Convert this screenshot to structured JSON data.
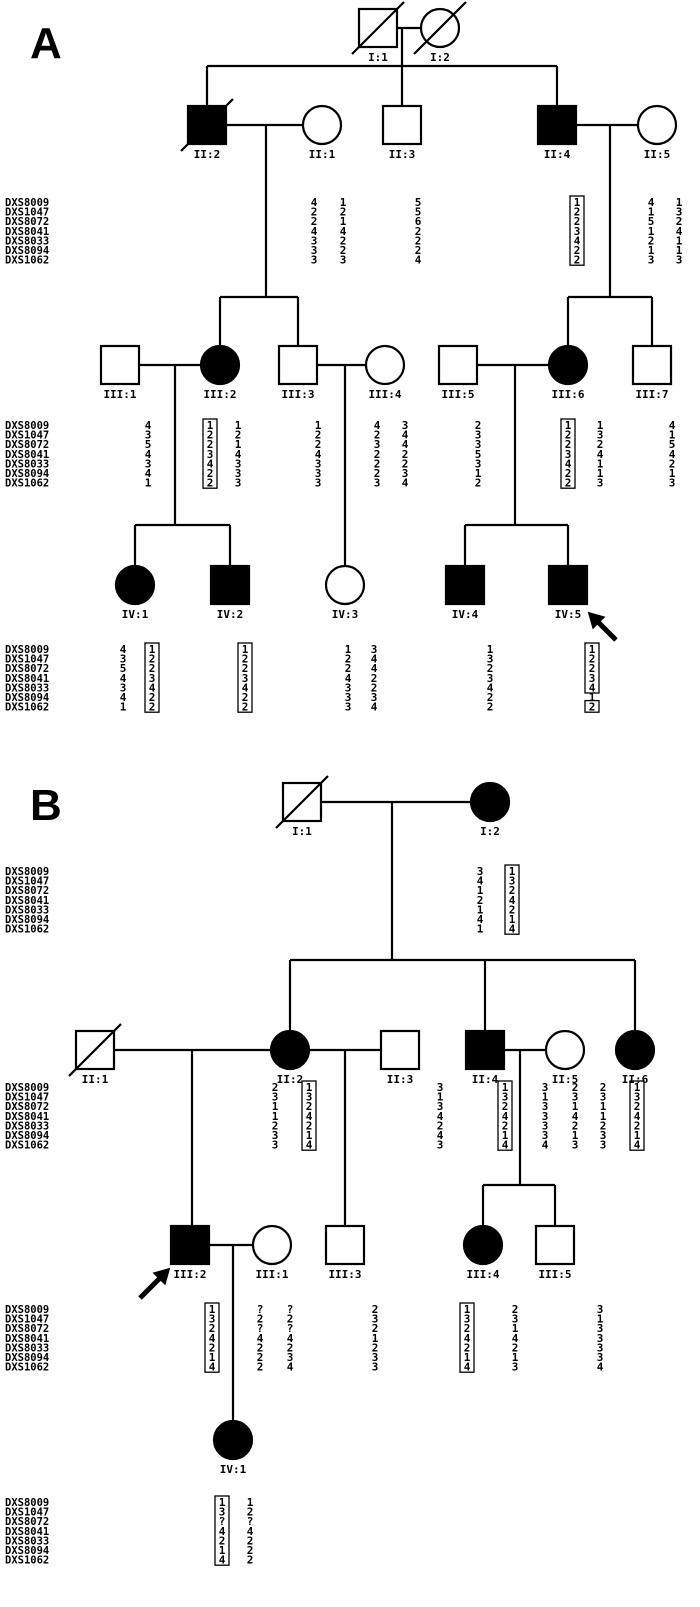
{
  "markers": [
    "DXS8009",
    "DXS1047",
    "DXS8072",
    "DXS8041",
    "DXS8033",
    "DXS8094",
    "DXS1062"
  ],
  "colors": {
    "affected": "#000000",
    "unaffected": "#ffffff",
    "line": "#000000"
  },
  "panels": [
    {
      "letter": "A",
      "proband": "IV:5",
      "individuals": [
        {
          "id": "I:1",
          "sex": "male",
          "affected": false,
          "deceased": true
        },
        {
          "id": "I:2",
          "sex": "female",
          "affected": false,
          "deceased": true
        },
        {
          "id": "II:2",
          "sex": "male",
          "affected": true,
          "deceased": true
        },
        {
          "id": "II:1",
          "sex": "female",
          "affected": false,
          "deceased": false,
          "haplotypes": [
            [
              "4",
              "2",
              "2",
              "4",
              "3",
              "3",
              "3"
            ],
            [
              "1",
              "2",
              "1",
              "4",
              "2",
              "2",
              "3"
            ]
          ]
        },
        {
          "id": "II:3",
          "sex": "male",
          "affected": false,
          "deceased": false,
          "haplotypes": [
            [
              "5",
              "5",
              "6",
              "2",
              "2",
              "2",
              "4"
            ]
          ]
        },
        {
          "id": "II:4",
          "sex": "male",
          "affected": true,
          "deceased": false,
          "haplotypes": [
            [
              "1",
              "2",
              "2",
              "3",
              "4",
              "2",
              "2"
            ]
          ],
          "boxed": 0
        },
        {
          "id": "II:5",
          "sex": "female",
          "affected": false,
          "deceased": false,
          "haplotypes": [
            [
              "4",
              "1",
              "5",
              "1",
              "2",
              "1",
              "3"
            ],
            [
              "1",
              "3",
              "2",
              "4",
              "1",
              "1",
              "3"
            ]
          ]
        },
        {
          "id": "III:1",
          "sex": "male",
          "affected": false,
          "deceased": false,
          "haplotypes": [
            [
              "4",
              "3",
              "5",
              "4",
              "3",
              "4",
              "1"
            ]
          ]
        },
        {
          "id": "III:2",
          "sex": "female",
          "affected": true,
          "deceased": false,
          "haplotypes": [
            [
              "1",
              "2",
              "2",
              "3",
              "4",
              "2",
              "2"
            ],
            [
              "1",
              "2",
              "1",
              "4",
              "3",
              "3",
              "3"
            ]
          ],
          "boxed": 0
        },
        {
          "id": "III:3",
          "sex": "male",
          "affected": false,
          "deceased": false,
          "haplotypes": [
            [
              "1",
              "2",
              "2",
              "4",
              "3",
              "3",
              "3"
            ]
          ]
        },
        {
          "id": "III:4",
          "sex": "female",
          "affected": false,
          "deceased": false,
          "haplotypes": [
            [
              "4",
              "2",
              "3",
              "2",
              "2",
              "2",
              "3"
            ],
            [
              "3",
              "4",
              "4",
              "2",
              "2",
              "3",
              "4"
            ]
          ]
        },
        {
          "id": "III:5",
          "sex": "male",
          "affected": false,
          "deceased": false,
          "haplotypes": [
            [
              "2",
              "3",
              "3",
              "5",
              "3",
              "1",
              "2"
            ]
          ]
        },
        {
          "id": "III:6",
          "sex": "female",
          "affected": true,
          "deceased": false,
          "haplotypes": [
            [
              "1",
              "2",
              "2",
              "3",
              "4",
              "2",
              "2"
            ],
            [
              "1",
              "3",
              "2",
              "4",
              "1",
              "1",
              "3"
            ]
          ],
          "boxed": 0
        },
        {
          "id": "III:7",
          "sex": "male",
          "affected": false,
          "deceased": false,
          "haplotypes": [
            [
              "4",
              "1",
              "5",
              "4",
              "2",
              "1",
              "3"
            ]
          ]
        },
        {
          "id": "IV:1",
          "sex": "female",
          "affected": true,
          "deceased": false,
          "haplotypes": [
            [
              "4",
              "3",
              "5",
              "4",
              "3",
              "4",
              "1"
            ],
            [
              "1",
              "2",
              "2",
              "3",
              "4",
              "2",
              "2"
            ]
          ],
          "boxed": 1
        },
        {
          "id": "IV:2",
          "sex": "male",
          "affected": true,
          "deceased": false,
          "haplotypes": [
            [
              "1",
              "2",
              "2",
              "3",
              "4",
              "2",
              "2"
            ]
          ],
          "boxed": 0
        },
        {
          "id": "IV:3",
          "sex": "female",
          "affected": false,
          "deceased": false,
          "haplotypes": [
            [
              "1",
              "2",
              "2",
              "4",
              "3",
              "3",
              "3"
            ],
            [
              "3",
              "4",
              "4",
              "2",
              "2",
              "3",
              "4"
            ]
          ]
        },
        {
          "id": "IV:4",
          "sex": "male",
          "affected": true,
          "deceased": false,
          "haplotypes": [
            [
              "1",
              "3",
              "2",
              "3",
              "4",
              "2",
              "2"
            ]
          ]
        },
        {
          "id": "IV:5",
          "sex": "male",
          "affected": true,
          "deceased": false,
          "haplotypes": [
            [
              "1",
              "2",
              "2",
              "3",
              "4",
              "1",
              "2"
            ]
          ],
          "boxed": 0,
          "boxed_rows": [
            0,
            1,
            2,
            3,
            4,
            6
          ]
        }
      ]
    },
    {
      "letter": "B",
      "proband": "III:2",
      "individuals": [
        {
          "id": "I:1",
          "sex": "male",
          "affected": false,
          "deceased": true
        },
        {
          "id": "I:2",
          "sex": "female",
          "affected": true,
          "deceased": false,
          "haplotypes": [
            [
              "3",
              "4",
              "1",
              "2",
              "1",
              "4",
              "1"
            ],
            [
              "1",
              "3",
              "2",
              "4",
              "2",
              "1",
              "4"
            ]
          ],
          "boxed": 1
        },
        {
          "id": "II:1",
          "sex": "male",
          "affected": false,
          "deceased": true
        },
        {
          "id": "II:2",
          "sex": "female",
          "affected": true,
          "deceased": false,
          "haplotypes": [
            [
              "2",
              "3",
              "1",
              "1",
              "2",
              "3",
              "3"
            ],
            [
              "1",
              "3",
              "2",
              "4",
              "2",
              "1",
              "4"
            ]
          ],
          "boxed": 1
        },
        {
          "id": "II:3",
          "sex": "male",
          "affected": false,
          "deceased": false,
          "haplotypes": [
            [
              "3",
              "1",
              "3",
              "4",
              "2",
              "4",
              "3"
            ]
          ]
        },
        {
          "id": "II:4",
          "sex": "male",
          "affected": true,
          "deceased": false,
          "haplotypes": [
            [
              "1",
              "3",
              "2",
              "4",
              "2",
              "1",
              "4"
            ]
          ],
          "boxed": 0
        },
        {
          "id": "II:5",
          "sex": "female",
          "affected": false,
          "deceased": false,
          "haplotypes": [
            [
              "3",
              "1",
              "3",
              "3",
              "3",
              "3",
              "4"
            ],
            [
              "2",
              "3",
              "1",
              "4",
              "2",
              "1",
              "3"
            ]
          ]
        },
        {
          "id": "II:6",
          "sex": "female",
          "affected": true,
          "deceased": false,
          "haplotypes": [
            [
              "2",
              "3",
              "1",
              "1",
              "2",
              "3",
              "3"
            ],
            [
              "1",
              "3",
              "2",
              "4",
              "2",
              "1",
              "4"
            ]
          ],
          "boxed": 1
        },
        {
          "id": "III:2",
          "sex": "male",
          "affected": true,
          "deceased": false,
          "haplotypes": [
            [
              "1",
              "3",
              "2",
              "4",
              "2",
              "1",
              "4"
            ]
          ],
          "boxed": 0
        },
        {
          "id": "III:1",
          "sex": "female",
          "affected": false,
          "deceased": false,
          "haplotypes": [
            [
              "?",
              "2",
              "?",
              "4",
              "2",
              "2",
              "2"
            ],
            [
              "?",
              "2",
              "?",
              "4",
              "2",
              "3",
              "4"
            ]
          ]
        },
        {
          "id": "III:3",
          "sex": "male",
          "affected": false,
          "deceased": false,
          "haplotypes": [
            [
              "2",
              "3",
              "2",
              "1",
              "2",
              "3",
              "3"
            ]
          ]
        },
        {
          "id": "III:4",
          "sex": "female",
          "affected": true,
          "deceased": false,
          "haplotypes": [
            [
              "1",
              "3",
              "2",
              "4",
              "2",
              "1",
              "4"
            ],
            [
              "2",
              "3",
              "1",
              "4",
              "2",
              "1",
              "3"
            ]
          ],
          "boxed": 0
        },
        {
          "id": "III:5",
          "sex": "male",
          "affected": false,
          "deceased": false,
          "haplotypes": [
            [
              "3",
              "1",
              "3",
              "3",
              "3",
              "3",
              "4"
            ]
          ]
        },
        {
          "id": "IV:1",
          "sex": "female",
          "affected": true,
          "deceased": false,
          "haplotypes": [
            [
              "1",
              "3",
              "?",
              "4",
              "2",
              "1",
              "4"
            ],
            [
              "1",
              "2",
              "?",
              "4",
              "2",
              "2",
              "2"
            ]
          ],
          "boxed": 0
        }
      ]
    }
  ]
}
